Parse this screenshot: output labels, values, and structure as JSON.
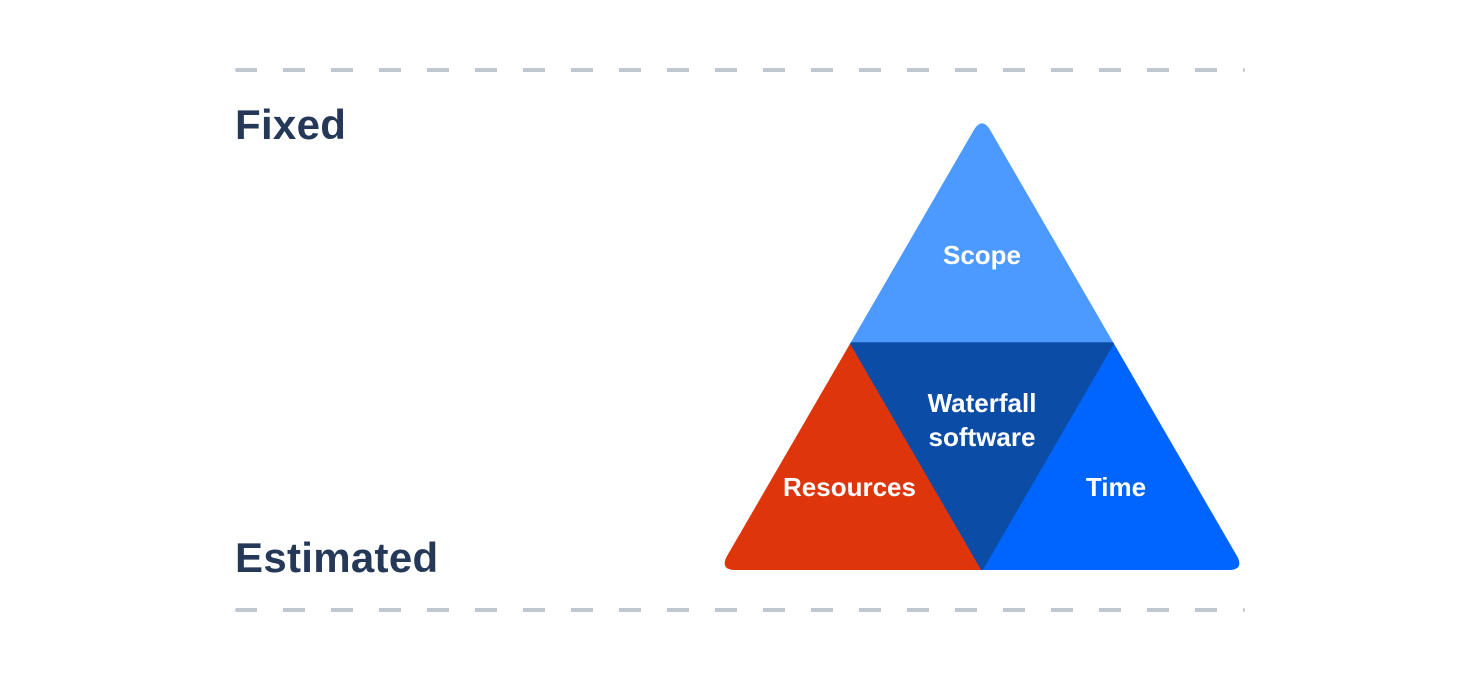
{
  "colors": {
    "background": "#FFFFFF",
    "label_text": "#253858",
    "dash": "#C1C7D0",
    "triangle_text": "#FFFFFF"
  },
  "labels": {
    "fixed": "Fixed",
    "estimated": "Estimated"
  },
  "triangle": {
    "scope": {
      "label": "Scope",
      "color": "#4C9AFF"
    },
    "resources": {
      "label": "Resources",
      "color": "#DE350B"
    },
    "time": {
      "label": "Time",
      "color": "#0065FF"
    },
    "center": {
      "line1": "Waterfall",
      "line2": "software",
      "color": "#0B4DA6"
    }
  }
}
